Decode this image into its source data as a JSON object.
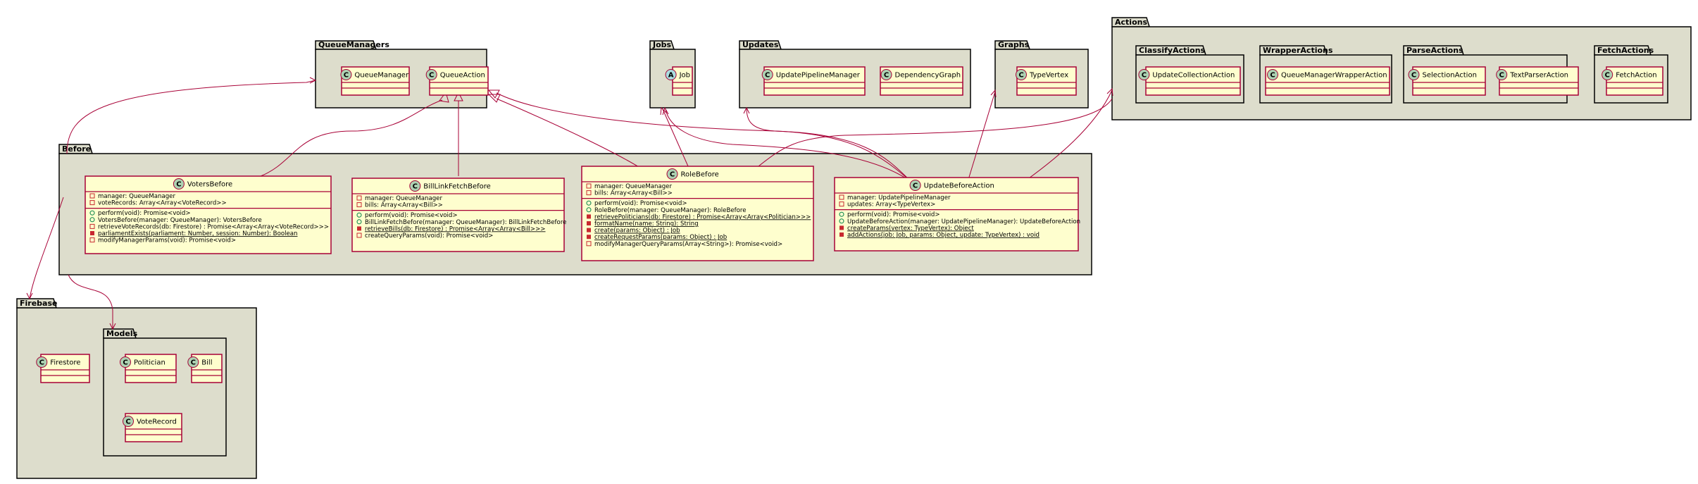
{
  "packages": {
    "queue_managers": "QueueManagers",
    "jobs": "Jobs",
    "updates": "Updates",
    "graphs": "Graphs",
    "actions": "Actions",
    "classify_actions": "ClassifyActions",
    "wrapper_actions": "WrapperActions",
    "parse_actions": "ParseActions",
    "fetch_actions": "FetchActions",
    "before": "Before",
    "firebase": "Firebase",
    "models": "Models"
  },
  "simple_classes": {
    "queue_manager": {
      "name": "QueueManager",
      "kind": "C"
    },
    "queue_action": {
      "name": "QueueAction",
      "kind": "C"
    },
    "job": {
      "name": "Job",
      "kind": "A"
    },
    "update_pipeline_manager": {
      "name": "UpdatePipelineManager",
      "kind": "C"
    },
    "dependency_graph": {
      "name": "DependencyGraph",
      "kind": "C"
    },
    "type_vertex": {
      "name": "TypeVertex",
      "kind": "C"
    },
    "update_collection_action": {
      "name": "UpdateCollectionAction",
      "kind": "C"
    },
    "queue_manager_wrapper_action": {
      "name": "QueueManagerWrapperAction",
      "kind": "C"
    },
    "selection_action": {
      "name": "SelectionAction",
      "kind": "C"
    },
    "text_parser_action": {
      "name": "TextParserAction",
      "kind": "C"
    },
    "fetch_action": {
      "name": "FetchAction",
      "kind": "C"
    },
    "firestore": {
      "name": "Firestore",
      "kind": "C"
    },
    "politician": {
      "name": "Politician",
      "kind": "C"
    },
    "bill": {
      "name": "Bill",
      "kind": "C"
    },
    "vote_record": {
      "name": "VoteRecord",
      "kind": "C"
    }
  },
  "voters_before": {
    "name": "VotersBefore",
    "kind": "C",
    "fields": [
      {
        "vis": "private",
        "text": "manager: QueueManager",
        "static": false
      },
      {
        "vis": "private",
        "text": "voteRecords: Array<Array<VoteRecord>>",
        "static": false
      }
    ],
    "methods": [
      {
        "vis": "public",
        "text": "perform(void): Promise<void>",
        "static": false
      },
      {
        "vis": "public",
        "text": "VotersBefore(manager: QueueManager): VotersBefore",
        "static": false
      },
      {
        "vis": "private",
        "text": "retrieveVoteRecords(db: Firestore) : Promise<Array<Array<VoteRecord>>>",
        "static": false
      },
      {
        "vis": "private",
        "text": "parliamentExists(parliament: Number, session: Number): Boolean",
        "static": true
      },
      {
        "vis": "private",
        "text": "modifyManagerParams(void): Promise<void>",
        "static": false
      }
    ]
  },
  "bill_link_fetch_before": {
    "name": "BillLinkFetchBefore",
    "kind": "C",
    "fields": [
      {
        "vis": "private",
        "text": "manager: QueueManager",
        "static": false
      },
      {
        "vis": "private",
        "text": "bills: Array<Array<Bill>>",
        "static": false
      }
    ],
    "methods": [
      {
        "vis": "public",
        "text": "perform(void): Promise<void>",
        "static": false
      },
      {
        "vis": "public",
        "text": "BillLinkFetchBefore(manager: QueueManager): BillLinkFetchBefore",
        "static": false
      },
      {
        "vis": "private",
        "text": "retrieveBills(db: Firestore) : Promise<Array<Array<Bill>>>",
        "static": true
      },
      {
        "vis": "private",
        "text": "createQueryParams(void): Promise<void>",
        "static": false
      }
    ]
  },
  "role_before": {
    "name": "RoleBefore",
    "kind": "C",
    "fields": [
      {
        "vis": "private",
        "text": "manager: QueueManager",
        "static": false
      },
      {
        "vis": "private",
        "text": "bills: Array<Array<Bill>>",
        "static": false
      }
    ],
    "methods": [
      {
        "vis": "public",
        "text": "perform(void): Promise<void>",
        "static": false
      },
      {
        "vis": "public",
        "text": "RoleBefore(manager: QueueManager): RoleBefore",
        "static": false
      },
      {
        "vis": "private",
        "text": "retrievePoliticians(db: Firestore) : Promise<Array<Array<Politician>>>",
        "static": true
      },
      {
        "vis": "private",
        "text": "formatName(name: String): String",
        "static": true
      },
      {
        "vis": "private",
        "text": "create(params: Object) : Job",
        "static": true
      },
      {
        "vis": "private",
        "text": "createRequestParams(params: Object) : Job",
        "static": true
      },
      {
        "vis": "private",
        "text": "modifyManagerQueryParams(Array<String>): Promise<void>",
        "static": false
      }
    ]
  },
  "update_before_action": {
    "name": "UpdateBeforeAction",
    "kind": "C",
    "fields": [
      {
        "vis": "private",
        "text": "manager: UpdatePipelineManager",
        "static": false
      },
      {
        "vis": "private",
        "text": "updates: Array<TypeVertex>",
        "static": false
      }
    ],
    "methods": [
      {
        "vis": "public",
        "text": "perform(void): Promise<void>",
        "static": false
      },
      {
        "vis": "public",
        "text": "UpdateBeforeAction(manager: UpdatePipelineManager): UpdateBeforeAction",
        "static": false
      },
      {
        "vis": "private",
        "text": "createParams(vertex: TypeVertex): Object",
        "static": true
      },
      {
        "vis": "private",
        "text": "addActions(job: Job, params: Object, update: TypeVertex) : void",
        "static": true
      }
    ]
  },
  "colors": {
    "package_fill": "#DDDDCC",
    "class_fill": "#FEFECE",
    "class_border": "#A80036",
    "relation": "#A80036",
    "class_circle": "#ADD1B2",
    "abstract_circle": "#A9DCDF"
  }
}
